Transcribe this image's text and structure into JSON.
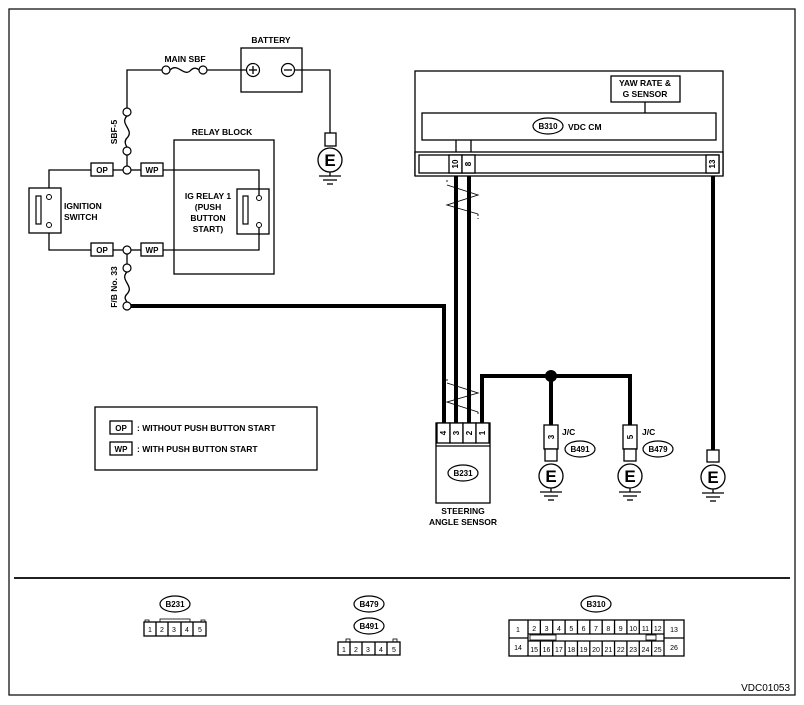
{
  "diagram_id": "VDC01053",
  "battery": {
    "label": "BATTERY",
    "plus": "+",
    "minus": "−"
  },
  "main_sbf": "MAIN SBF",
  "sbf5": "SBF-5",
  "fb33": "F/B No. 33",
  "relay_block": "RELAY BLOCK",
  "ig_relay": [
    "IG RELAY 1",
    "(PUSH",
    "BUTTON",
    "START)"
  ],
  "ignition_switch": [
    "IGNITION",
    "SWITCH"
  ],
  "op": "OP",
  "wp": "WP",
  "ground": "E",
  "yaw_sensor": [
    "YAW RATE &",
    "G SENSOR"
  ],
  "vdc_cm": {
    "connector": "B310",
    "label": "VDC CM",
    "pins": [
      "10",
      "8",
      "13"
    ]
  },
  "steering": {
    "connector": "B231",
    "pins": [
      "4",
      "3",
      "2",
      "1"
    ],
    "label": [
      "STEERING",
      "ANGLE SENSOR"
    ]
  },
  "jc_b491": {
    "label": "J/C",
    "connector": "B491",
    "pin": "3"
  },
  "jc_b479": {
    "label": "J/C",
    "connector": "B479",
    "pin": "5"
  },
  "legend": {
    "op_text": ": WITHOUT PUSH BUTTON START",
    "wp_text": ": WITH PUSH BUTTON START"
  },
  "connectors": {
    "b231": {
      "name": "B231",
      "pins": [
        "1",
        "2",
        "3",
        "4",
        "5"
      ]
    },
    "b479": "B479",
    "b491": {
      "name": "B491",
      "pins": [
        "1",
        "2",
        "3",
        "4",
        "5"
      ]
    },
    "b310": {
      "name": "B310",
      "top": [
        "2",
        "3",
        "4",
        "5",
        "6",
        "7",
        "8",
        "9",
        "10",
        "11",
        "12"
      ],
      "bottom": [
        "15",
        "16",
        "17",
        "18",
        "19",
        "20",
        "21",
        "22",
        "23",
        "24",
        "25"
      ],
      "left": [
        "1",
        "14"
      ],
      "right": [
        "13",
        "26"
      ]
    }
  }
}
